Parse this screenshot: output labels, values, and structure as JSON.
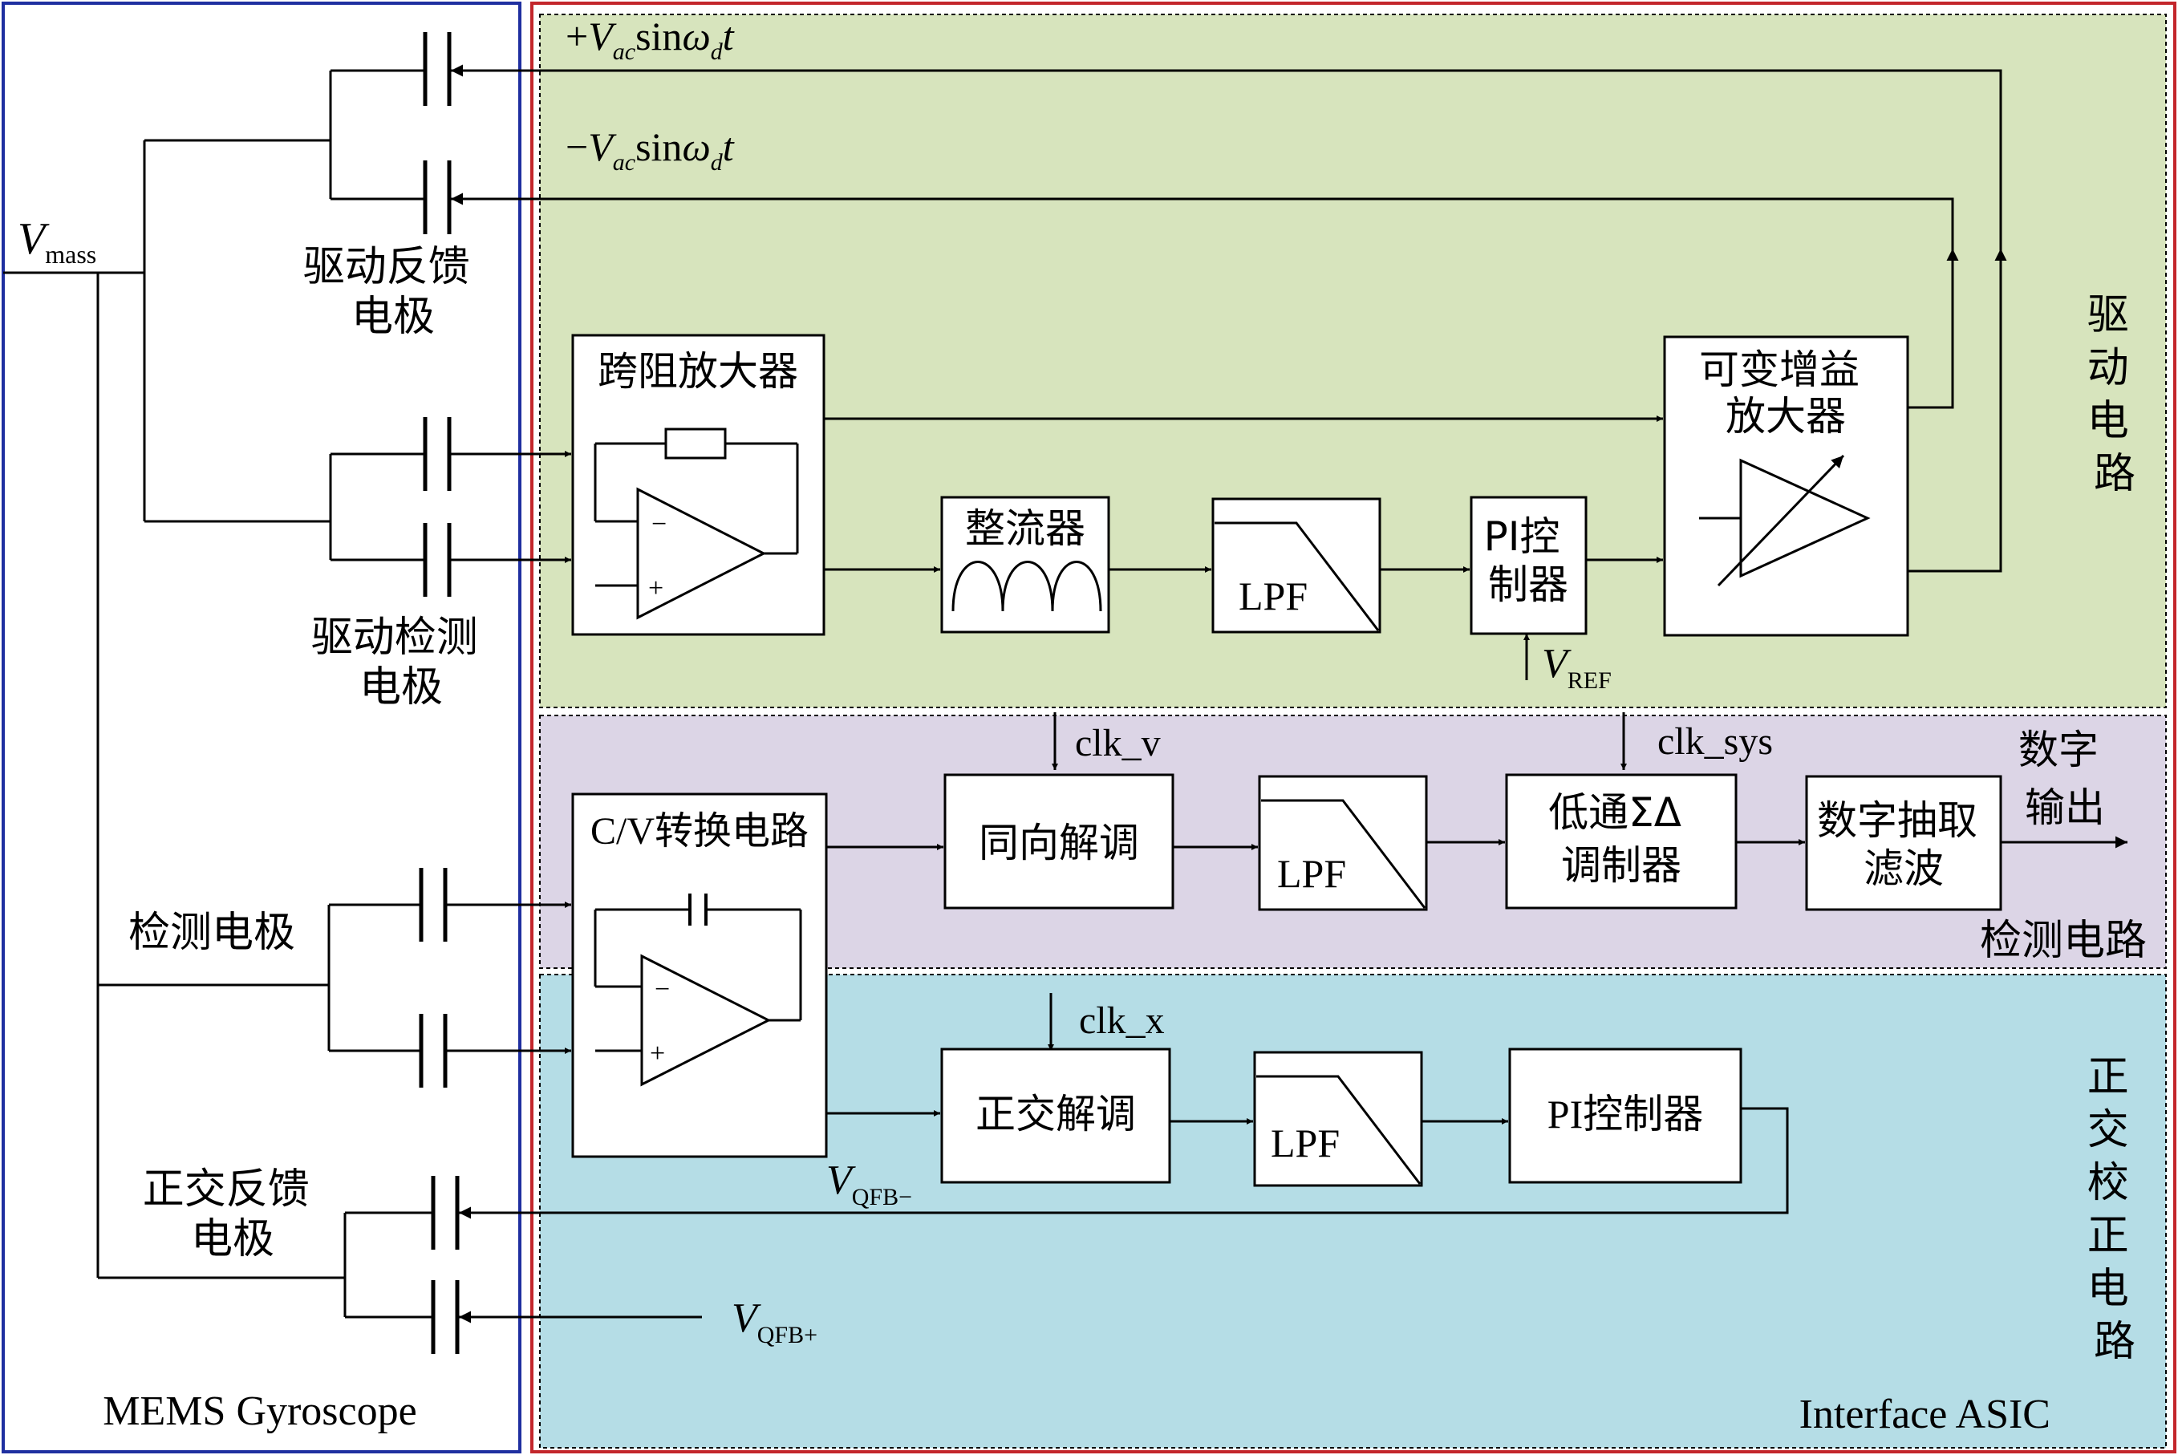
{
  "mems": {
    "title": "MEMS Gyroscope",
    "vmass": {
      "main": "V",
      "sub": "mass"
    },
    "drive_feedback_electrode": [
      "驱动反馈",
      "电极"
    ],
    "drive_sense_electrode": [
      "驱动检测",
      "电极"
    ],
    "sense_electrode": "检测电极",
    "quad_feedback_electrode": [
      "正交反馈",
      "电极"
    ]
  },
  "asic": {
    "title": "Interface ASIC",
    "signals": {
      "pos_vac": {
        "sign": "+",
        "v": "V",
        "sub": "ac",
        "sin": "sin",
        "w": "ω",
        "d": "d",
        "t": "t"
      },
      "neg_vac": {
        "sign": "−",
        "v": "V",
        "sub": "ac",
        "sin": "sin",
        "w": "ω",
        "d": "d",
        "t": "t"
      },
      "vref": {
        "main": "V",
        "sub": "REF"
      },
      "vqfb_minus": {
        "main": "V",
        "sub": "QFB−"
      },
      "vqfb_plus": {
        "main": "V",
        "sub": "QFB+"
      },
      "clk_v": "clk_v",
      "clk_sys": "clk_sys",
      "clk_x": "clk_x"
    },
    "drive": {
      "label": [
        "驱",
        "动",
        "电",
        "路"
      ],
      "tia": "跨阻放大器",
      "rectifier": "整流器",
      "lpf": "LPF",
      "pi": [
        "PI控",
        "制器"
      ],
      "vga": [
        "可变增益",
        "放大器"
      ]
    },
    "sense": {
      "label": "检测电路",
      "cv": "C/V转换电路",
      "demod": "同向解调",
      "lpf": "LPF",
      "sigma_delta": [
        "低通ΣΔ",
        "调制器"
      ],
      "decim": [
        "数字抽取",
        "滤波"
      ],
      "output": [
        "数字",
        "输出"
      ]
    },
    "quad": {
      "label": [
        "正",
        "交",
        "校",
        "正",
        "电",
        "路"
      ],
      "demod": "正交解调",
      "lpf": "LPF",
      "pi": "PI控制器"
    }
  },
  "colors": {
    "drive_bg": "#d7e4bd",
    "sense_bg": "#dcd5e6",
    "quad_bg": "#b5dde6",
    "mems_border": "#1f2fa0",
    "asic_border": "#c3262b"
  }
}
